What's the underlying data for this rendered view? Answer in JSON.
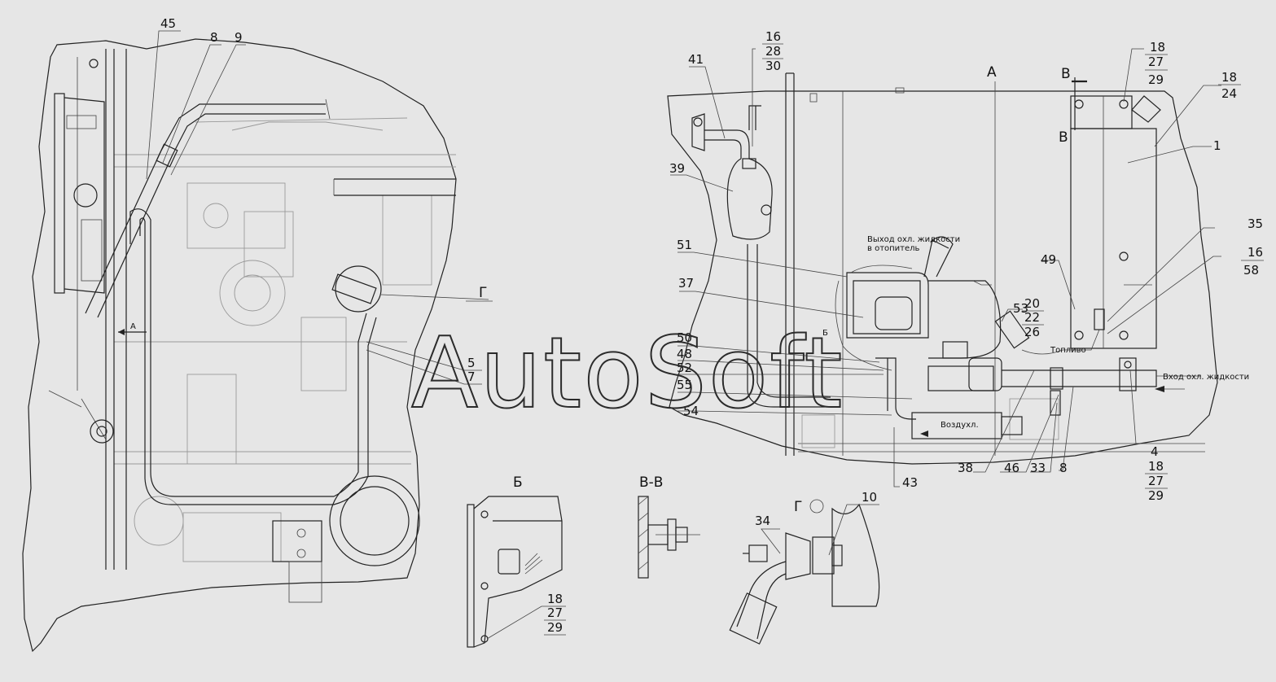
{
  "watermark": "AutoSoft",
  "views": {
    "b": "Б",
    "vv": "В-В",
    "g": "Г"
  },
  "section_marks": {
    "a_left": "A",
    "a_right": "A",
    "v_top": "В",
    "v_bottom": "В",
    "g_left": "Г"
  },
  "notes": {
    "coolant_out": "Выход охл. жидкости",
    "to_heater": "в отопитель",
    "coolant_in": "Вход охл. жидкости",
    "fuel": "Топливо",
    "air": "Воздухл.",
    "b_mark": "Б"
  },
  "callouts": {
    "c45": "45",
    "c8a": "8",
    "c9": "9",
    "c5": "5",
    "c7": "7",
    "c16a": "16",
    "c28": "28",
    "c30": "30",
    "c41": "41",
    "c39": "39",
    "c51": "51",
    "c37": "37",
    "c50": "50",
    "c48": "48",
    "c52": "52",
    "c55": "55",
    "c54": "54",
    "c43": "43",
    "c38": "38",
    "c46": "46",
    "c33": "33",
    "c8b": "8",
    "c53": "53",
    "c20": "20",
    "c22": "22",
    "c26": "26",
    "c49": "49",
    "c35": "35",
    "c16b": "16",
    "c58": "58",
    "c1": "1",
    "c18a": "18",
    "c27a": "27",
    "c29a": "29",
    "c18b": "18",
    "c24": "24",
    "c4": "4",
    "c18c": "18",
    "c27c": "27",
    "c29c": "29",
    "c18d": "18",
    "c27d": "27",
    "c29d": "29",
    "c34": "34",
    "c10": "10"
  }
}
